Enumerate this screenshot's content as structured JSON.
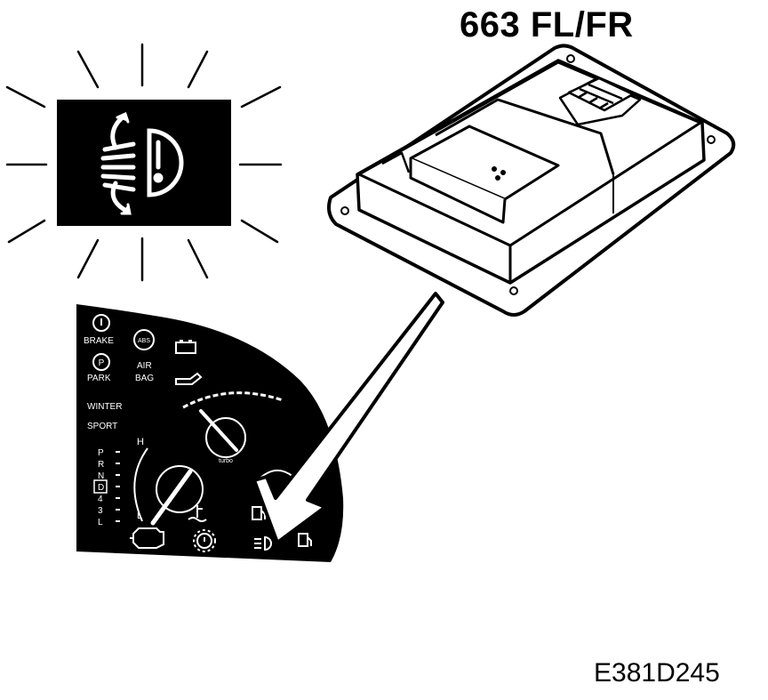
{
  "part_title": "663 FL/FR",
  "figure_code": "E381D245",
  "cluster": {
    "warning_labels": {
      "brake": "BRAKE",
      "park": "PARK",
      "park_symbol": "P",
      "airbag_line1": "AIR",
      "airbag_line2": "BAG",
      "airbag_symbol": "ABS"
    },
    "mode_labels": {
      "winter": "WINTER",
      "sport": "SPORT"
    },
    "gear_positions": [
      "P",
      "R",
      "N",
      "D",
      "4",
      "3",
      "L"
    ],
    "selected_gear": "D",
    "gauge_labels": {
      "temp_high": "H",
      "temp_low": "L",
      "turbo": "turbo"
    }
  },
  "icons": {
    "headlight_range_warning": "headlight-range-warning-icon",
    "brake_warning": "brake-warning-icon",
    "check_engine": "check-engine-icon",
    "fuel": "fuel-pump-icon"
  }
}
